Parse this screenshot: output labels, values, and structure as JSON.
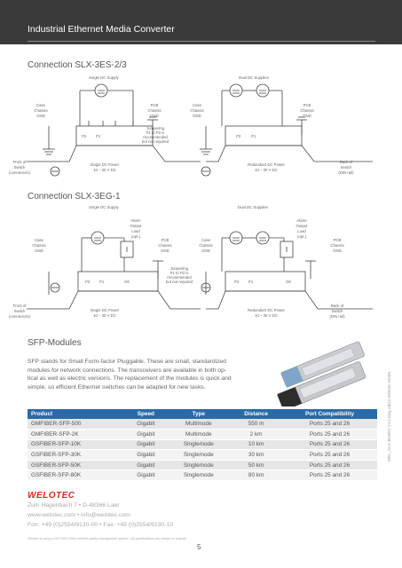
{
  "header": {
    "title": "Industrial Ethernet Media Converter"
  },
  "section1": {
    "title": "Connection SLX-3ES-2/3",
    "single_supply": "Single DC Supply",
    "dual_supply": "Dual DC Supplies",
    "case_chassis_gnd": [
      "Case",
      "Chassis",
      "GND"
    ],
    "pcb_chassis_gnd": [
      "PCB",
      "Chassis",
      "GND"
    ],
    "jumper_note": [
      "Jumpering",
      "P1 to P2 is",
      "recommended",
      "but not required"
    ],
    "front_of_switch": [
      "Front of",
      "Switch",
      "(connectors)"
    ],
    "single_power": [
      "Single DC Power",
      "10 – 30 V DC"
    ],
    "redundant_power": [
      "Redundant DC Power",
      "10 – 30 V DC"
    ],
    "back_of_switch": [
      "Back of",
      "Switch",
      "(DIN rail)"
    ],
    "terminals": [
      "P2",
      "P1"
    ]
  },
  "section2": {
    "title": "Connection SLX-3EG-1",
    "single_supply": "Single DC Supply",
    "dual_supply": "Dual DC Supplies",
    "alarm": [
      "Alarm",
      "Output",
      "Load",
      "(opt.)"
    ],
    "case_chassis_gnd": [
      "Case",
      "Chassis",
      "GND"
    ],
    "pcb_chassis_gnd": [
      "PCB",
      "Chassis",
      "GND"
    ],
    "jumper_note": [
      "Jumpering",
      "P1 to P2 is",
      "recommended",
      "but not required"
    ],
    "front_of_switch": [
      "Front of",
      "Switch",
      "(connectors)"
    ],
    "single_power": [
      "Single DC Power",
      "10 – 30 V DC"
    ],
    "redundant_power": [
      "Redundant DC Power",
      "10 – 30 V DC"
    ],
    "back_of_switch": [
      "Back of",
      "Switch",
      "(DIN rail)"
    ],
    "terminals": [
      "P2",
      "P1",
      "OK"
    ]
  },
  "sfp": {
    "title": "SFP-Modules",
    "text": [
      "SFP stands for Small Form-factor Pluggable. These are small, standardized",
      "modules for network connections. The transceivers are available in both op-",
      "tical as well as electric versions. The replacement of the modules is quick and",
      "simple, so efficient Ethernet switches can be adapted for new tasks."
    ]
  },
  "table": {
    "headers": [
      "Product",
      "Speed",
      "Type",
      "Distance",
      "Port Compatibility"
    ],
    "rows": [
      [
        "GMFIBER-SFP-500",
        "Gigabit",
        "Multimode",
        "550 m",
        "Ports 25 and 26"
      ],
      [
        "GMFIBER-SFP-2K",
        "Gigabit",
        "Multimode",
        "2 km",
        "Ports 25 and 26"
      ],
      [
        "GSFIBER-SFP-10K",
        "Gigabit",
        "Singlemode",
        "10 km",
        "Ports 25 and 26"
      ],
      [
        "GSFIBER-SFP-30K",
        "Gigabit",
        "Singlemode",
        "30 km",
        "Ports 25 and 26"
      ],
      [
        "GSFIBER-SFP-50K",
        "Gigabit",
        "Singlemode",
        "50 km",
        "Ports 25 and 26"
      ],
      [
        "GSFIBER-SFP-80K",
        "Gigabit",
        "Singlemode",
        "80 km",
        "Ports 25 and 26"
      ]
    ]
  },
  "footer": {
    "logo": "WELOTEC",
    "address": "Zum Hagenbach 7 • D-48366 Laer",
    "web": "www.welotec.com • info@welotec.com",
    "phone": "Fon: +49 (0)2554/9130-00 • Fax: +49 (0)2554/9130-10",
    "footnote": "Welotec is using a ISO 9001:2008 certified quality management system • All specifications are subject to change.",
    "page": "5",
    "side_code": "WEL_SLX-3ES/EG V1.0 Eng, 05/12 Welotec GmbH"
  },
  "colors": {
    "header_bg": "#3a3a3a",
    "table_header": "#2a6aa8",
    "logo": "#d42a1f"
  }
}
